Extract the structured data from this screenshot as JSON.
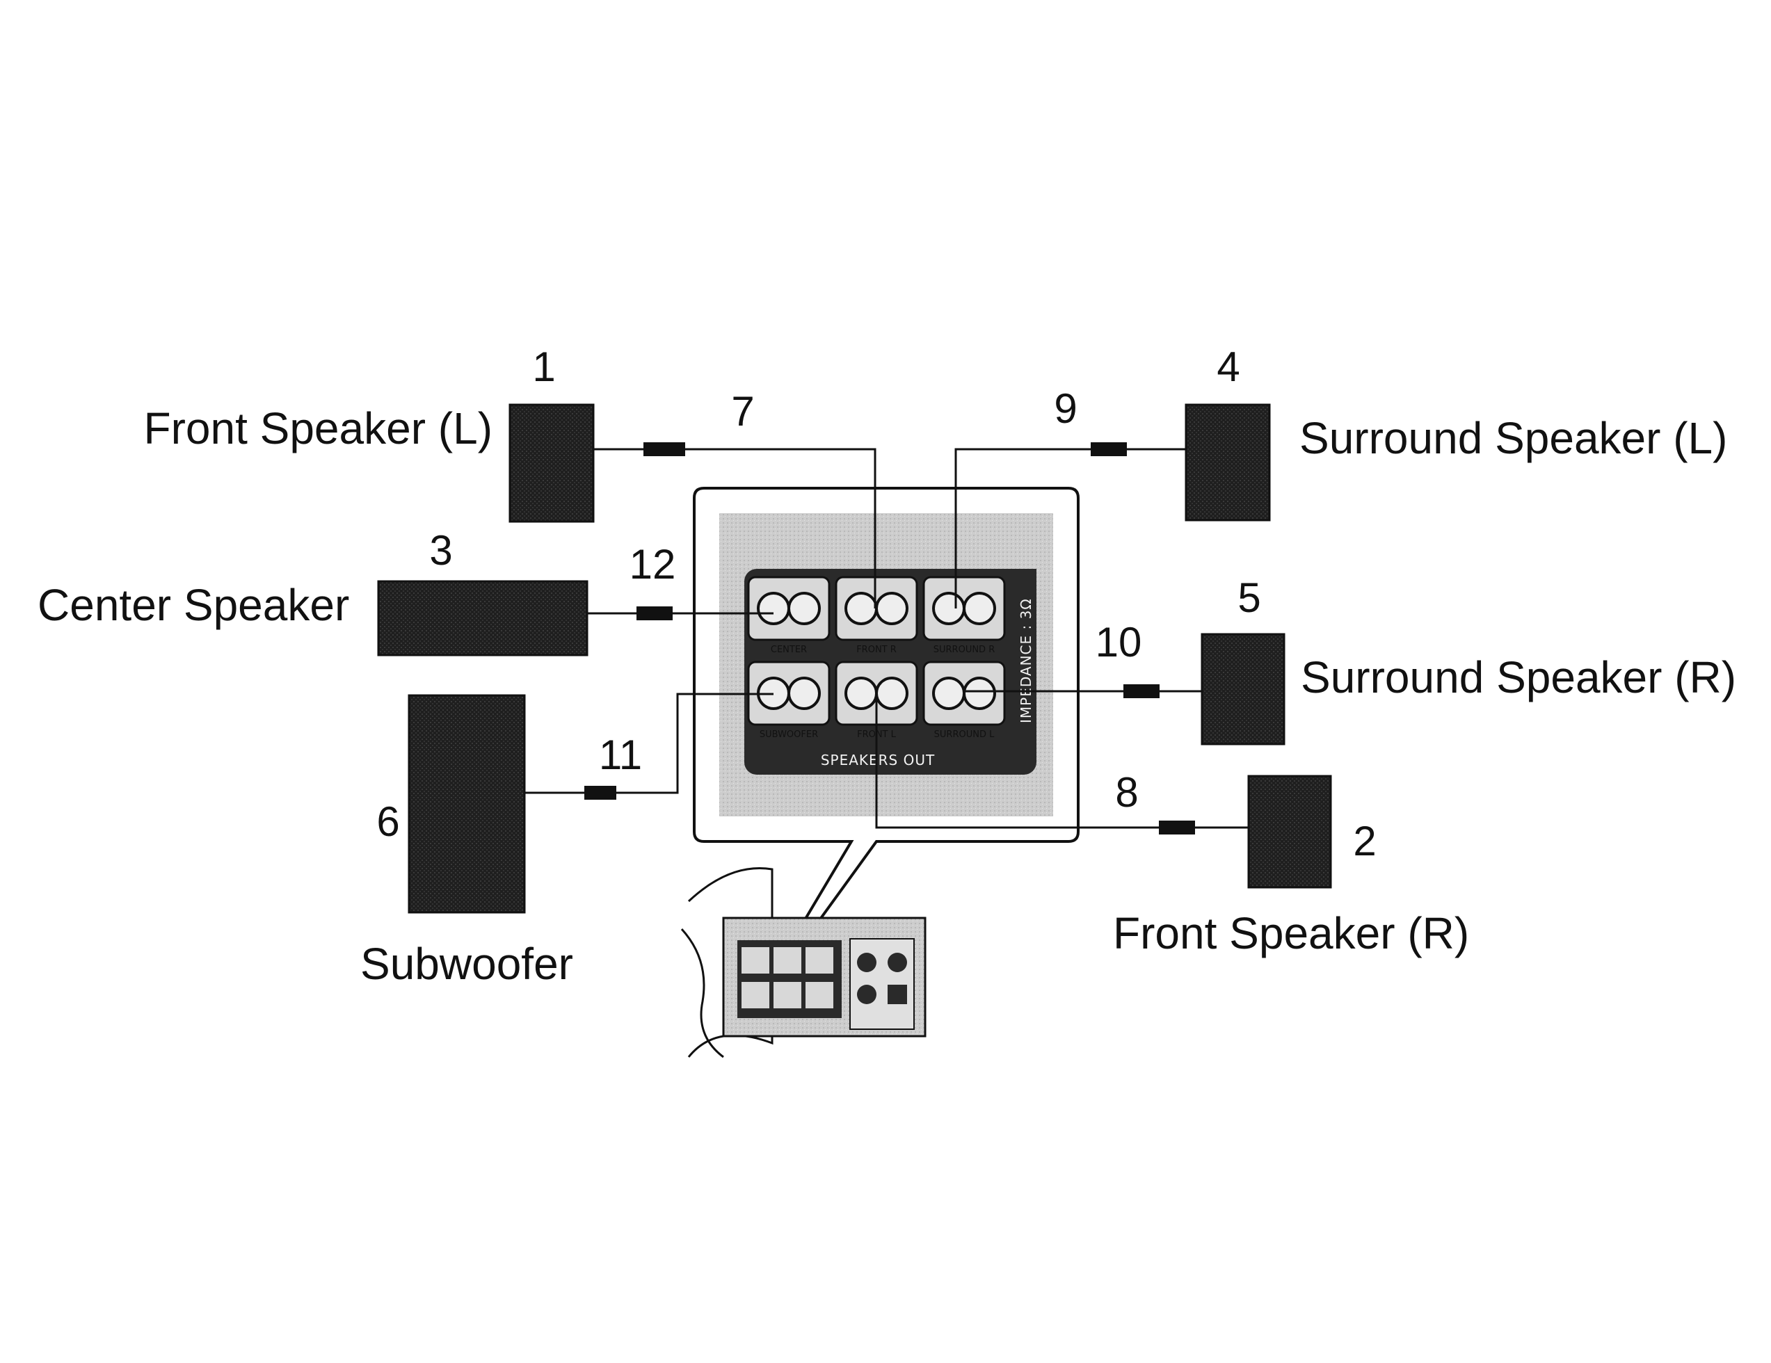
{
  "labels": {
    "front_left": "Front Speaker (L)",
    "front_right": "Front Speaker (R)",
    "center": "Center Speaker",
    "surround_left": "Surround Speaker (L)",
    "surround_right": "Surround Speaker (R)",
    "subwoofer": "Subwoofer"
  },
  "numbers": {
    "n1": "1",
    "n2": "2",
    "n3": "3",
    "n4": "4",
    "n5": "5",
    "n6": "6",
    "n7": "7",
    "n8": "8",
    "n9": "9",
    "n10": "10",
    "n11": "11",
    "n12": "12"
  },
  "panel": {
    "title": "SPEAKERS OUT",
    "impedance": "IMPEDANCE : 3Ω",
    "ports": {
      "center": "CENTER",
      "front_r": "FRONT R",
      "surround_r": "SURROUND R",
      "subwoofer": "SUBWOOFER",
      "front_l": "FRONT L",
      "surround_l": "SURROUND L"
    }
  },
  "colors": {
    "ink": "#111111",
    "speaker_fill": "#1c1c1c",
    "panel_bg": "#c9c9c9",
    "panel_dark": "#2a2a2a"
  }
}
